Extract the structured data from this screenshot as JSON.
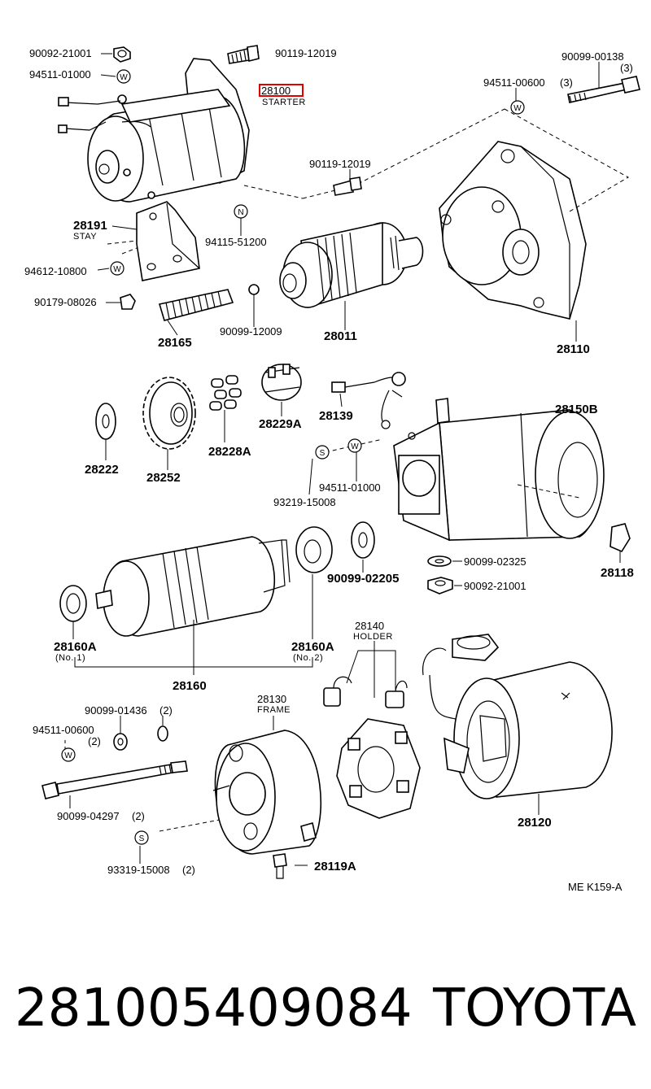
{
  "highlight_color": "#e00000",
  "labels": {
    "p90092_21001_top": "90092-21001",
    "p94511_01000_top": "94511-01000",
    "p90119_12019_top": "90119-12019",
    "p28100": "28100",
    "starter": "STARTER",
    "p90099_00138": "90099-00138",
    "qty3_a": "(3)",
    "p94511_00600_top": "94511-00600",
    "qty3_b": "(3)",
    "p90119_12019_mid": "90119-12019",
    "p28191": "28191",
    "stay": "STAY",
    "p94115_51200": "94115-51200",
    "p94612_10800": "94612-10800",
    "p90179_08026": "90179-08026",
    "p28165": "28165",
    "p90099_12009": "90099-12009",
    "p28011": "28011",
    "p28110": "28110",
    "p28229A": "28229A",
    "p28139": "28139",
    "p28150B": "28150B",
    "p28222": "28222",
    "p28252": "28252",
    "p28228A": "28228A",
    "p94511_01000_mid": "94511-01000",
    "p93219_15008": "93219-15008",
    "p90099_02205": "90099-02205",
    "p90099_02325": "90099-02325",
    "p90092_21001_mid": "90092-21001",
    "p28118": "28118",
    "p28160A_1": "28160A",
    "no1": "(No. 1)",
    "p28160A_2": "28160A",
    "no2": "(No. 2)",
    "p28160": "28160",
    "p28140": "28140",
    "holder": "HOLDER",
    "p28130": "28130",
    "frame": "FRAME",
    "p90099_01436": "90099-01436",
    "qty2_a": "(2)",
    "p94511_00600_bot": "94511-00600",
    "qty2_b": "(2)",
    "p90099_04297": "90099-04297",
    "qty2_c": "(2)",
    "p93319_15008": "93319-15008",
    "qty2_d": "(2)",
    "p28119A": "28119A",
    "p28120": "28120",
    "ref": "ME  K159-A"
  },
  "symbols": {
    "washer": "W",
    "nut": "N",
    "screw": "S"
  },
  "footer": {
    "part_number": "281005409084",
    "brand": "TOYOTA"
  }
}
